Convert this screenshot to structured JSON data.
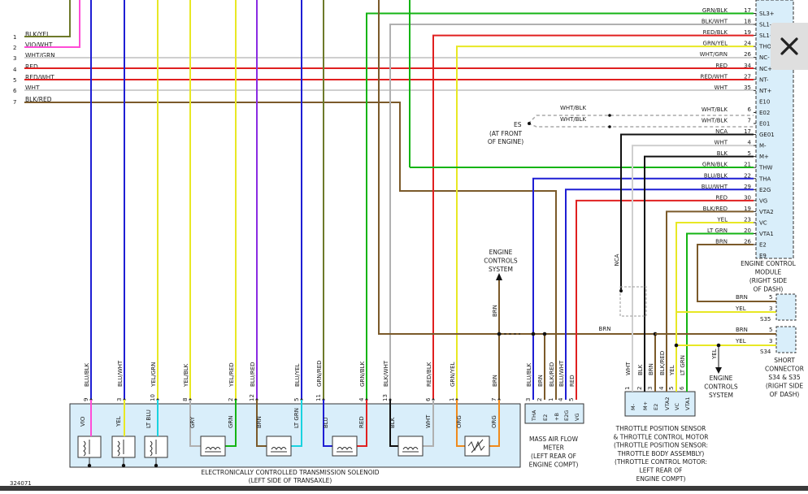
{
  "figure_id": "324071",
  "colors": {
    "yellow": "#e8e824",
    "blue": "#1e1ed4",
    "violet": "#8a2be2",
    "pink": "#ff4cd6",
    "green": "#14b414",
    "red": "#e02020",
    "brown": "#7b5a2a",
    "gray": "#b0b0b0",
    "black": "#111111",
    "wht": "#cfcfcf",
    "olive": "#6e7a2a",
    "cyan": "#19d3e0",
    "orange": "#f08a1c",
    "module_fill": "#d9eefa"
  },
  "ecm": {
    "label_lines": [
      "ENGINE CONTROL",
      "MODULE",
      "(RIGHT SIDE",
      "OF DASH)"
    ],
    "pins": [
      {
        "wire": "GRN/BLK",
        "num": "17",
        "name": "SL3+",
        "color": "green"
      },
      {
        "wire": "BLK/WHT",
        "num": "18",
        "name": "SL1-",
        "color": "gray"
      },
      {
        "wire": "RED/BLK",
        "num": "19",
        "name": "SL1+",
        "color": "red"
      },
      {
        "wire": "GRN/YEL",
        "num": "24",
        "name": "THO1",
        "color": "yellow"
      },
      {
        "wire": "WHT/GRN",
        "num": "26",
        "name": "NC-",
        "color": "wht"
      },
      {
        "wire": "RED",
        "num": "34",
        "name": "NC+",
        "color": "red"
      },
      {
        "wire": "RED/WHT",
        "num": "27",
        "name": "NT-",
        "color": "red"
      },
      {
        "wire": "WHT",
        "num": "35",
        "name": "NT+",
        "color": "wht"
      },
      {
        "wire": "",
        "num": "",
        "name": "E10",
        "color": ""
      },
      {
        "wire": "WHT/BLK",
        "num": "6",
        "name": "E02",
        "color": "wht"
      },
      {
        "wire": "WHT/BLK",
        "num": "7",
        "name": "E01",
        "color": "wht"
      },
      {
        "wire": "NCA",
        "num": "17",
        "name": "GE01",
        "color": "black"
      },
      {
        "wire": "WHT",
        "num": "4",
        "name": "M-",
        "color": "wht"
      },
      {
        "wire": "BLK",
        "num": "5",
        "name": "M+",
        "color": "black"
      },
      {
        "wire": "GRN/BLK",
        "num": "21",
        "name": "THW",
        "color": "green"
      },
      {
        "wire": "BLU/BLK",
        "num": "22",
        "name": "THA",
        "color": "blue"
      },
      {
        "wire": "BLU/WHT",
        "num": "29",
        "name": "E2G",
        "color": "blue"
      },
      {
        "wire": "RED",
        "num": "30",
        "name": "VG",
        "color": "red"
      },
      {
        "wire": "BLK/RED",
        "num": "19",
        "name": "VTA2",
        "color": "brown"
      },
      {
        "wire": "YEL",
        "num": "23",
        "name": "VC",
        "color": "yellow"
      },
      {
        "wire": "LT GRN",
        "num": "20",
        "name": "VTA1",
        "color": "green"
      },
      {
        "wire": "BRN",
        "num": "26",
        "name": "E2",
        "color": "brown"
      },
      {
        "wire": "",
        "num": "",
        "name": "E9",
        "color": ""
      }
    ]
  },
  "left_wires": [
    {
      "n": "1",
      "label": "BLK/YEL",
      "color": "olive"
    },
    {
      "n": "2",
      "label": "VIO/WHT",
      "color": "pink"
    },
    {
      "n": "3",
      "label": "WHT/GRN",
      "color": "wht"
    },
    {
      "n": "4",
      "label": "RED",
      "color": "red"
    },
    {
      "n": "5",
      "label": "RED/WHT",
      "color": "red"
    },
    {
      "n": "6",
      "label": "WHT",
      "color": "wht"
    },
    {
      "n": "7",
      "label": "BLK/RED",
      "color": "brown"
    }
  ],
  "solenoid": {
    "title_lines": [
      "ELECTRONICALLY CONTROLLED TRANSMISSION SOLENOID",
      "(LEFT SIDE OF TRANSAXLE)"
    ],
    "pins": [
      {
        "num": "9",
        "wire": "BLU/BLK",
        "color": "blue"
      },
      {
        "num": "3",
        "wire": "BLU/WHT",
        "color": "blue"
      },
      {
        "num": "10",
        "wire": "YEL/GRN",
        "color": "yellow"
      },
      {
        "num": "8",
        "wire": "YEL/BLK",
        "color": "yellow"
      },
      {
        "num": "2",
        "wire": "YEL/RED",
        "color": "yellow"
      },
      {
        "num": "12",
        "wire": "BLU/RED",
        "color": "violet"
      },
      {
        "num": "5",
        "wire": "BLU/YEL",
        "color": "blue"
      },
      {
        "num": "11",
        "wire": "GRN/RED",
        "color": "olive"
      },
      {
        "num": "4",
        "wire": "GRN/BLK",
        "color": "green"
      },
      {
        "num": "13",
        "wire": "BLK/WHT",
        "color": "gray"
      },
      {
        "num": "6",
        "wire": "RED/BLK",
        "color": "red"
      },
      {
        "num": "1",
        "wire": "GRN/YEL",
        "color": "yellow"
      },
      {
        "num": "7",
        "wire": "BRN",
        "color": "brown"
      }
    ],
    "inner_labels": [
      "VIO",
      "YEL",
      "LT BLU",
      "GRY",
      "GRN",
      "BRN",
      "LT GRN",
      "BLU",
      "RED",
      "BLK",
      "WHT",
      "ORG",
      "ORG"
    ]
  },
  "maf": {
    "title_lines": [
      "MASS AIR FLOW",
      "METER",
      "(LEFT REAR OF",
      "ENGINE COMPT)"
    ],
    "pins": [
      {
        "num": "3",
        "name": "THA",
        "wire": "BLU/BLK",
        "color": "blue"
      },
      {
        "num": "2",
        "name": "E2",
        "wire": "BRN",
        "color": "brown"
      },
      {
        "num": "1",
        "name": "+B",
        "wire": "BLK/RED",
        "color": "brown"
      },
      {
        "num": "4",
        "name": "E2G",
        "wire": "BLU/WHT",
        "color": "blue"
      },
      {
        "num": "5",
        "name": "VG",
        "wire": "RED",
        "color": "red"
      }
    ]
  },
  "throttle": {
    "title_lines": [
      "THROTTLE POSITION SENSOR",
      "& THROTTLE CONTROL MOTOR",
      "(THROTTLE POSITION SENSOR:",
      "THROTTLE BODY ASSEMBLY)",
      "(THROTTLE CONTROL MOTOR:",
      "LEFT REAR OF",
      "ENGINE COMPT)"
    ],
    "pins": [
      {
        "num": "1",
        "name": "M-",
        "wire": "WHT",
        "color": "wht"
      },
      {
        "num": "2",
        "name": "M+",
        "wire": "BLK",
        "color": "black"
      },
      {
        "num": "3",
        "name": "E2",
        "wire": "BRN",
        "color": "brown"
      },
      {
        "num": "4",
        "name": "VTA2",
        "wire": "BLK/RED",
        "color": "brown"
      },
      {
        "num": "5",
        "name": "VC",
        "wire": "YEL",
        "color": "yellow"
      },
      {
        "num": "6",
        "name": "VTA1",
        "wire": "LT GRN",
        "color": "green"
      }
    ]
  },
  "short_connector": {
    "title_lines": [
      "SHORT",
      "CONNECTOR",
      "S34 & S35",
      "(RIGHT SIDE",
      "OF DASH)"
    ],
    "s35": {
      "label": "S35",
      "rows": [
        {
          "wire": "BRN",
          "num": "5"
        },
        {
          "wire": "YEL",
          "num": "3"
        }
      ]
    },
    "s34": {
      "label": "S34",
      "rows": [
        {
          "wire": "BRN",
          "num": "5"
        },
        {
          "wire": "YEL",
          "num": "3"
        }
      ]
    }
  },
  "es": {
    "label": "ES",
    "note_lines": [
      "(AT FRONT",
      "OF ENGINE)"
    ],
    "wires": [
      "WHT/BLK",
      "WHT/BLK"
    ]
  },
  "ecs_upper": {
    "lines": [
      "ENGINE",
      "CONTROLS",
      "SYSTEM"
    ],
    "wire": "BRN"
  },
  "ecs_lower": {
    "lines": [
      "ENGINE",
      "CONTROLS",
      "SYSTEM"
    ],
    "wire": "YEL"
  },
  "nca_label": "NCA",
  "brn_bus_label": "BRN",
  "close_icon": "close-x-icon"
}
